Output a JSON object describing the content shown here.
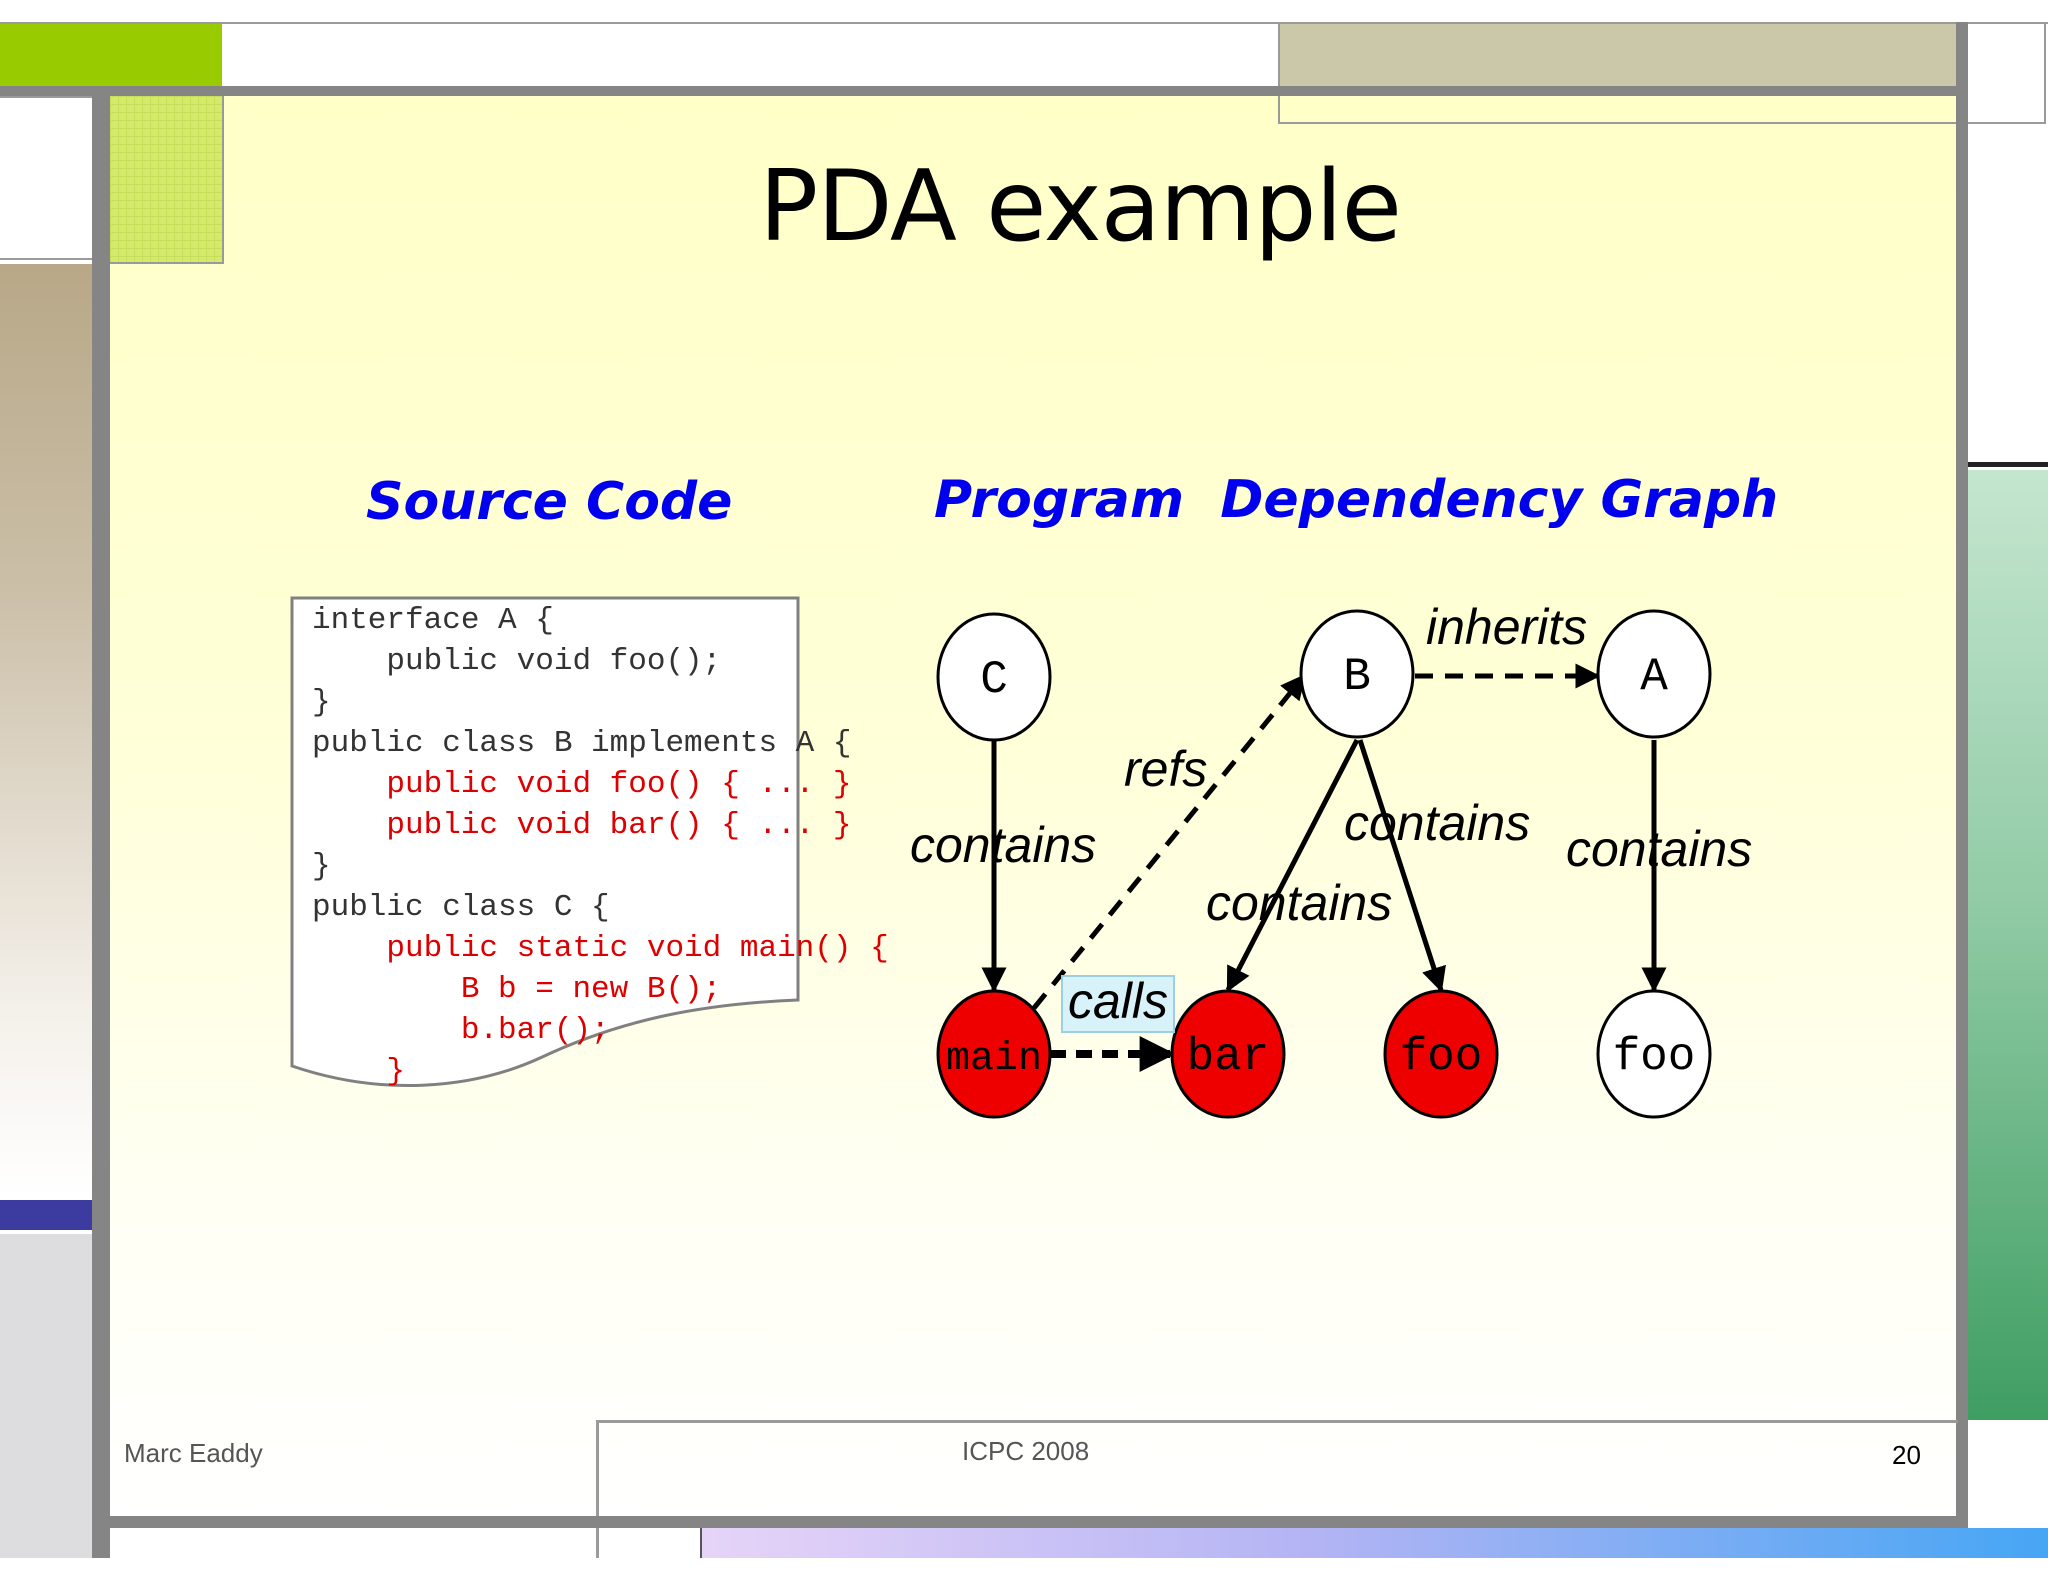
{
  "slide": {
    "title": "PDA example",
    "source_heading": "Source Code",
    "graph_heading": "Program  Dependency Graph",
    "footer": {
      "author": "Marc Eaddy",
      "conference": "ICPC 2008",
      "page": "20"
    }
  },
  "code": {
    "lines": [
      {
        "text": "interface A {",
        "color": "#333333"
      },
      {
        "text": "    public void foo();",
        "color": "#333333"
      },
      {
        "text": "}",
        "color": "#333333"
      },
      {
        "text": "public class B implements A {",
        "color": "#333333"
      },
      {
        "text": "    public void foo() { ... }",
        "color": "#dd0000"
      },
      {
        "text": "    public void bar() { ... }",
        "color": "#dd0000"
      },
      {
        "text": "}",
        "color": "#333333"
      },
      {
        "text": "public class C {",
        "color": "#333333"
      },
      {
        "text": "    public static void main() {",
        "color": "#dd0000"
      },
      {
        "text": "        B b = new B();",
        "color": "#dd0000"
      },
      {
        "text": "        b.bar();",
        "color": "#dd0000"
      },
      {
        "text": "    }",
        "color": "#dd0000"
      }
    ]
  },
  "graph": {
    "nodes": [
      {
        "id": "C",
        "label": "C",
        "fill": "#ffffff"
      },
      {
        "id": "B",
        "label": "B",
        "fill": "#ffffff"
      },
      {
        "id": "A",
        "label": "A",
        "fill": "#ffffff"
      },
      {
        "id": "main",
        "label": "main",
        "fill": "#ee0000"
      },
      {
        "id": "bar",
        "label": "bar",
        "fill": "#ee0000"
      },
      {
        "id": "fooB",
        "label": "foo",
        "fill": "#ee0000"
      },
      {
        "id": "fooA",
        "label": "foo",
        "fill": "#ffffff"
      }
    ],
    "edges": [
      {
        "id": "C-main",
        "from": "C",
        "to": "main",
        "label": "contains",
        "style": "solid"
      },
      {
        "id": "B-bar",
        "from": "B",
        "to": "bar",
        "label": "contains",
        "style": "solid"
      },
      {
        "id": "B-foo",
        "from": "B",
        "to": "fooB",
        "label": "contains",
        "style": "solid"
      },
      {
        "id": "A-foo",
        "from": "A",
        "to": "fooA",
        "label": "contains",
        "style": "solid"
      },
      {
        "id": "B-A",
        "from": "B",
        "to": "A",
        "label": "inherits",
        "style": "dashed"
      },
      {
        "id": "main-B",
        "from": "main",
        "to": "B",
        "label": "refs",
        "style": "dashed"
      },
      {
        "id": "main-bar",
        "from": "main",
        "to": "bar",
        "label": "calls",
        "style": "dashed"
      }
    ]
  }
}
